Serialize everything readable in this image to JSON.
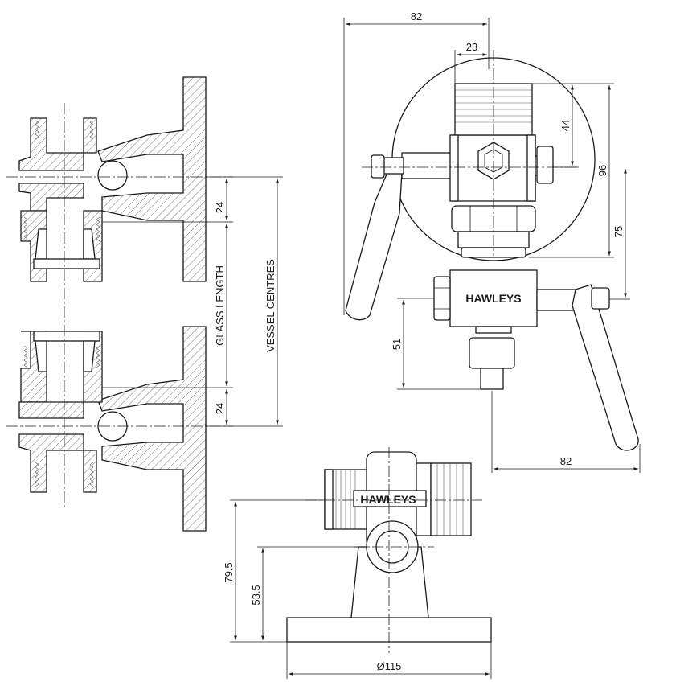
{
  "dimensions": {
    "top_width": "82",
    "top_port": "23",
    "top_44": "44",
    "top_96": "96",
    "top_75": "75",
    "lower_51": "51",
    "right_82": "82",
    "section_24_upper": "24",
    "section_24_lower": "24",
    "height_79_5": "79.5",
    "height_53_5": "53.5",
    "base_diameter": "Ø115"
  },
  "labels": {
    "glass_length": "GLASS LENGTH",
    "vessel_centres": "VESSEL CENTRES"
  },
  "brand": {
    "front_view": "HAWLEYS",
    "bottom_view": "HAWLEYS"
  }
}
